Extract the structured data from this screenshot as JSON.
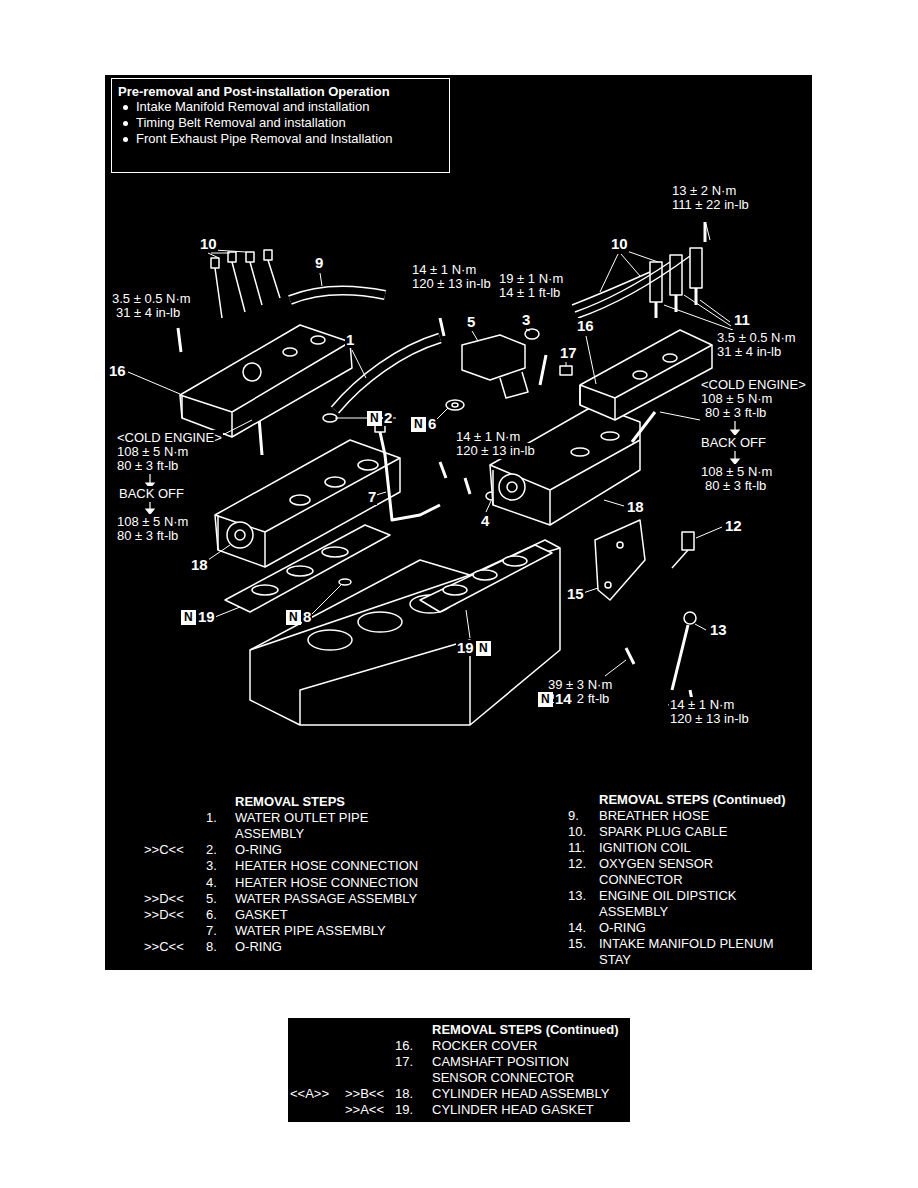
{
  "diagram": {
    "nodes": [
      {
        "text": [
          "Pre-removal and Post-installation Operation",
          "Intake Manifold Removal and installation",
          "Timing Belt Removal and installation",
          "Front Exhaust Pipe Removal and Installation"
        ]
      },
      {
        "text": [
          "REMOVAL STEPS (Continued)",
          "16.",
          "ROCKER COVER",
          "17.",
          "CAMSHAFT POSITION SENSOR CONNECTOR",
          "<<A>>",
          ">>B<<",
          "18.",
          "CYLINDER HEAD ASSEMBLY",
          ">>A<<",
          "19.",
          "CYLINDER HEAD GASKET"
        ]
      }
    ],
    "labels": [
      "13 ± 2 N·m",
      "111 ± 22 in-lb",
      "10",
      "9",
      "3.5 ± 0.5 N·m",
      "31 ± 4 in-lb",
      "14 ± 1 N·m",
      "120 ± 13 in-lb",
      "10",
      "19 ± 1 N·m",
      "14 ± 1 ft-lb",
      "11",
      "1",
      "5",
      "3",
      "16",
      "17",
      "3.5 ± 0.5 N·m",
      "31 ± 4 in-lb",
      "16",
      "<COLD ENGINE>",
      "108 ± 5 N·m",
      "80  ± 3 ft-lb",
      "BACK OFF",
      "108 ± 5 N·m",
      "80  ± 3 ft-lb",
      "N",
      "2",
      "N",
      "6",
      "<COLD ENGINE>",
      "108 ± 5 N·m",
      "80  ± 3 ft-lb",
      "BACK OFF",
      "108 ± 5 N·m",
      "80  ± 3 ft-lb",
      "14 ± 1 N·m",
      "120 ± 13 in-lb",
      "7",
      "4",
      "18",
      "12",
      "18",
      "N",
      "19",
      "N",
      "8",
      "15",
      "19",
      "N",
      "13",
      "39 ± 3 N·m",
      "29 ± 2 ft-lb",
      "N",
      "14",
      "14 ± 1 N·m",
      "120 ± 13 in-lb",
      "REMOVAL STEPS",
      "1.",
      "WATER OUTLET PIPE ASSEMBLY",
      ">>C<<",
      "2.",
      "O-RING",
      "3.",
      "HEATER HOSE CONNECTION",
      "4.",
      "HEATER HOSE CONNECTION",
      ">>D<<",
      "5.",
      "WATER PASSAGE ASSEMBLY",
      ">>D<<",
      "6.",
      "GASKET",
      "7.",
      "WATER PIPE ASSEMBLY",
      ">>C<<",
      "8.",
      "O-RING",
      "REMOVAL STEPS (Continued)",
      "9.",
      "BREATHER HOSE",
      "10.",
      "SPARK PLUG CABLE",
      "11.",
      "IGNITION COIL",
      "12.",
      "OXYGEN SENSOR CONNECTOR",
      "13.",
      "ENGINE OIL DIPSTICK ASSEMBLY",
      "14.",
      "O-RING",
      "15.",
      "INTAKE MANIFOLD PLENUM STAY"
    ]
  }
}
